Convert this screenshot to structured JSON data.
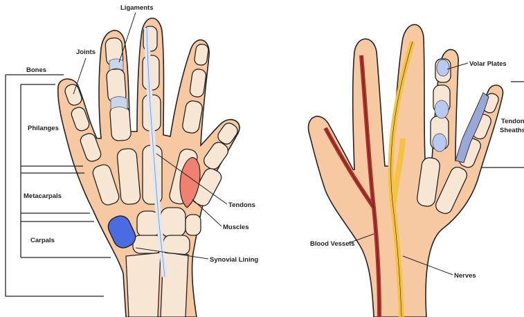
{
  "left_diagram": {
    "labels": {
      "bones": "Bones",
      "phalanges": "Philanges",
      "metacarpals": "Metacarpals",
      "carpals": "Carpals",
      "joints": "Joints",
      "ligaments": "Ligaments",
      "tendons": "Tendons",
      "muscles": "Muscles",
      "synovial_lining": "Synovial Lining"
    }
  },
  "right_diagram": {
    "labels": {
      "volar_plates": "Volar Plates",
      "tendon_sheaths_line1": "Tendon",
      "tendon_sheaths_line2": "Sheaths",
      "blood_vessels": "Blood Vessels",
      "nerves": "Nerves"
    }
  },
  "colors": {
    "skin": "#f7c9a3",
    "bone": "#f6e6d3",
    "ligament": "#c8d6ea",
    "tendon": "#dfe8f4",
    "muscle": "#f08070",
    "carpal_highlight": "#4a6ce0",
    "blood_vessel": "#b0322a",
    "nerve": "#f5c242",
    "volar_plate": "#b8caf0",
    "tendon_sheath": "#9aa8d8"
  }
}
